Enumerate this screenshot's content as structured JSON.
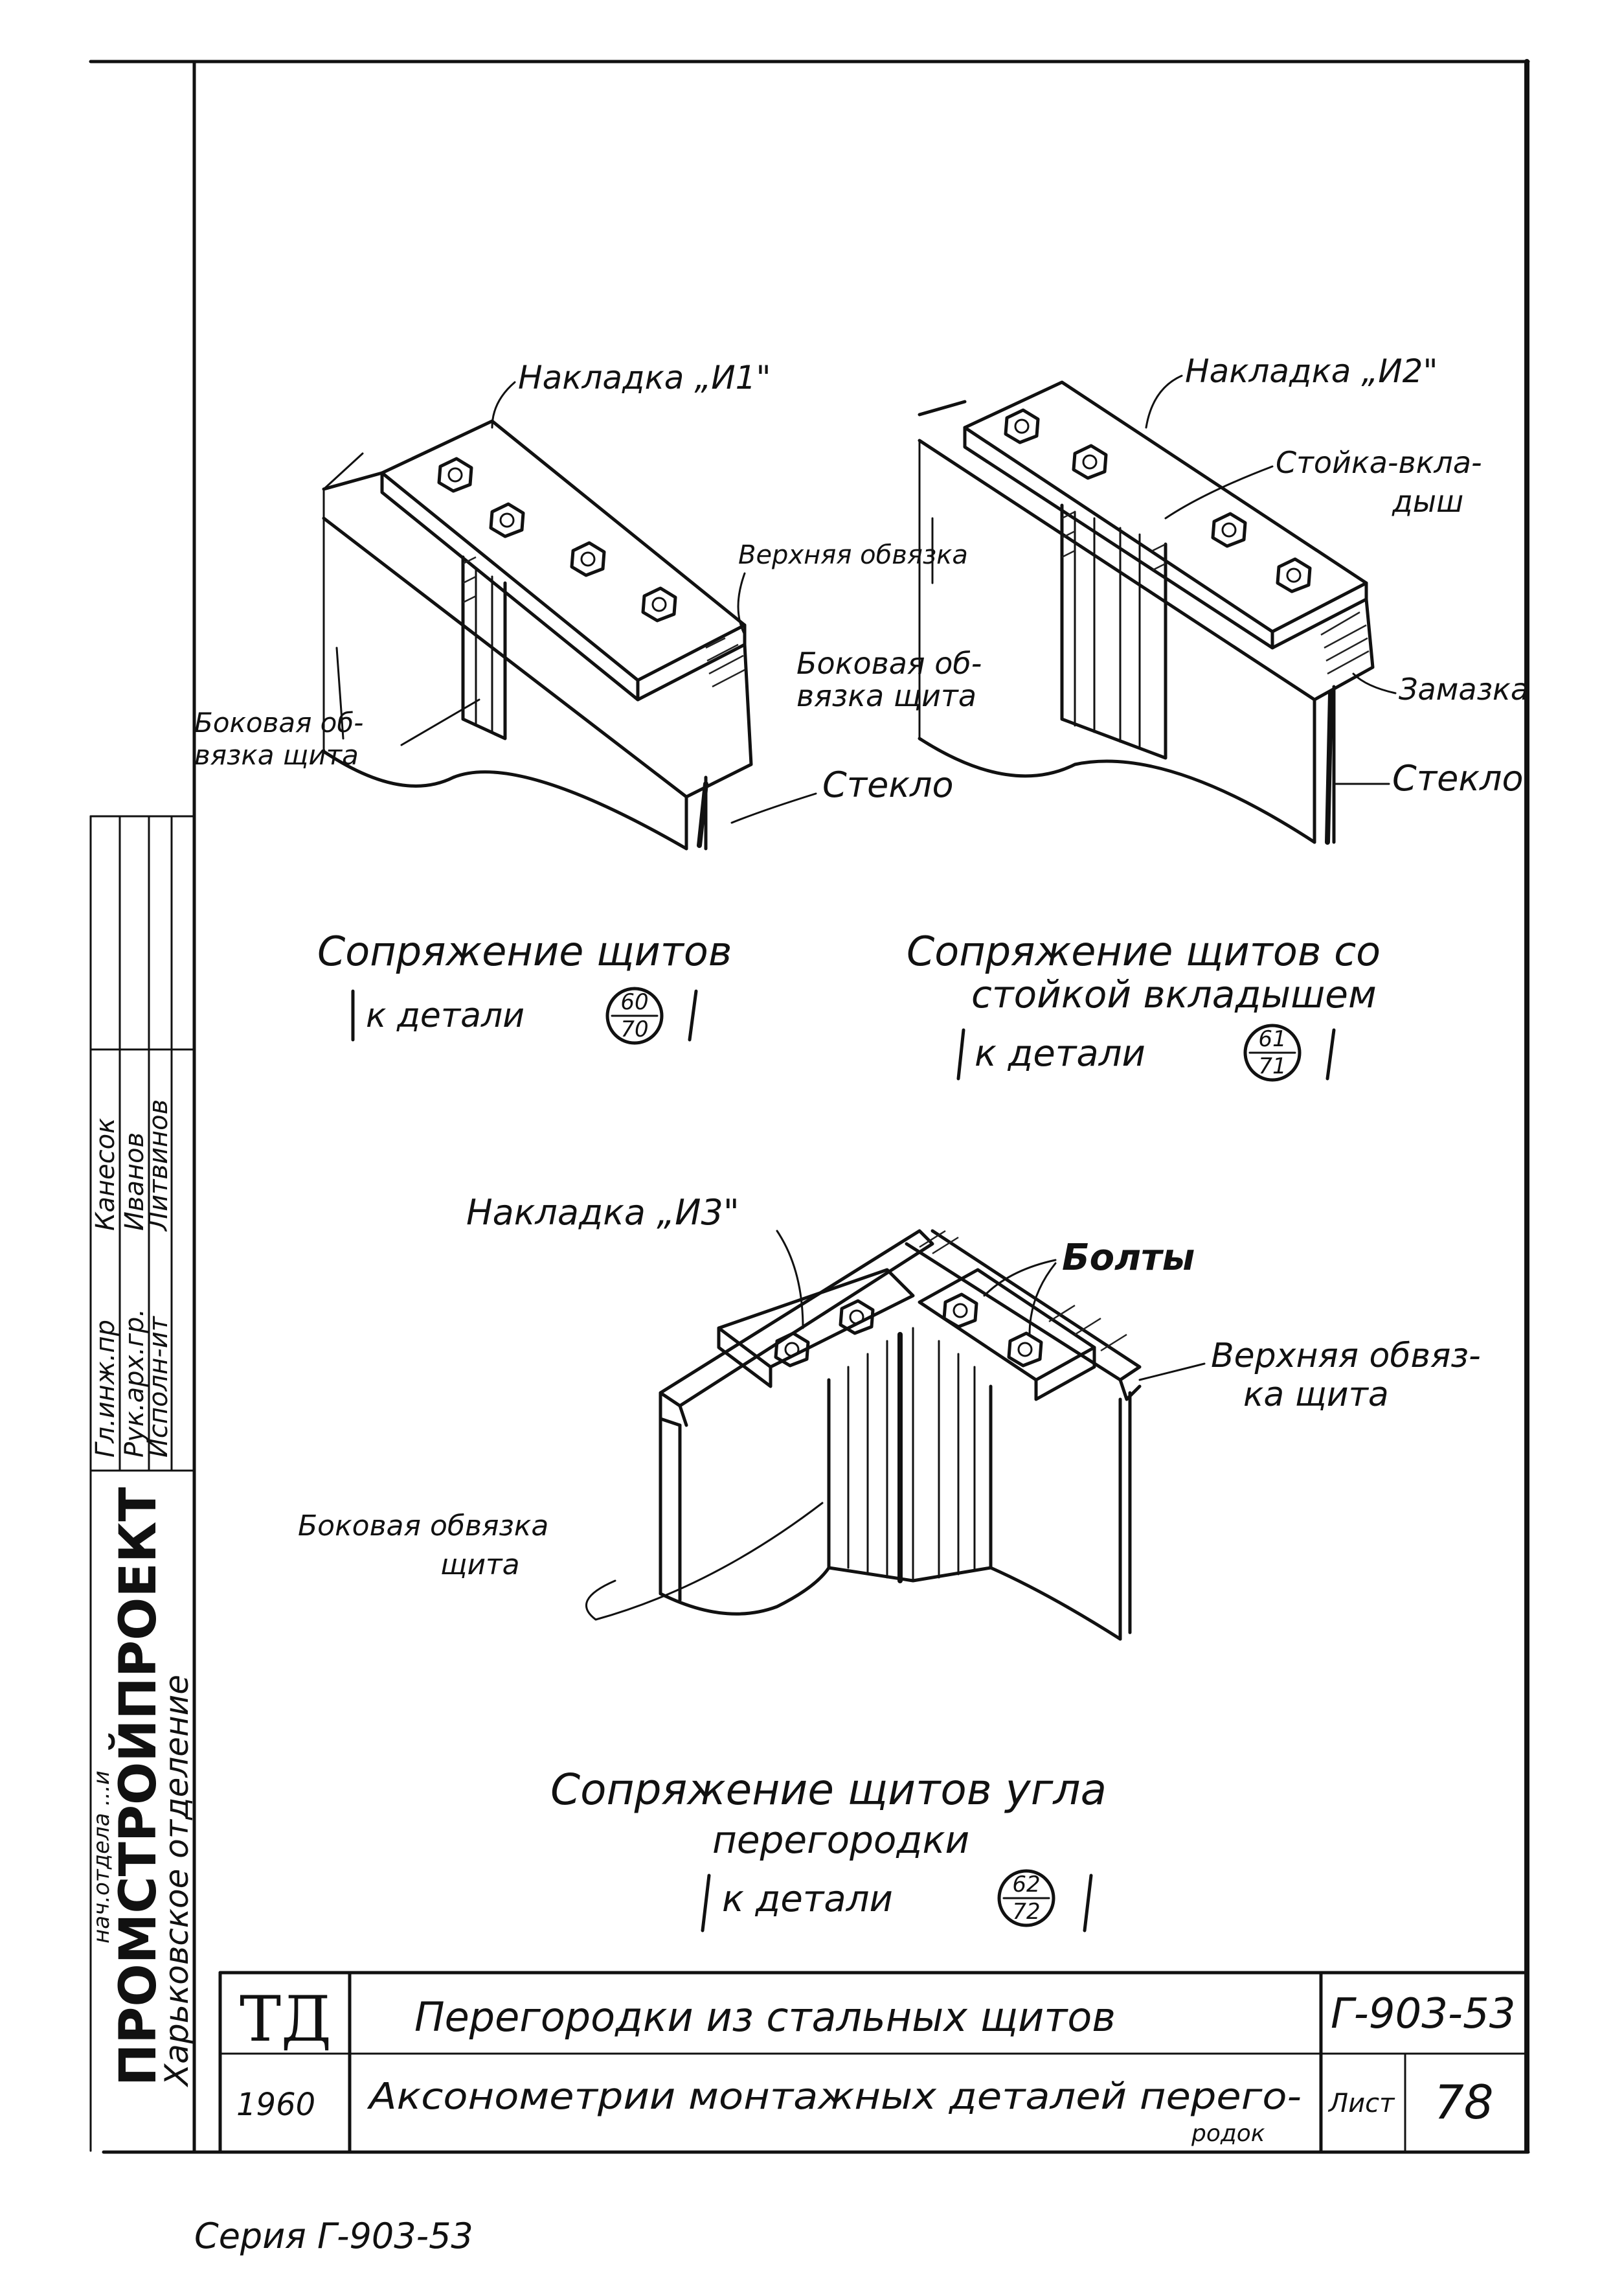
{
  "frame": {
    "org": {
      "name": "ПРОМСТРОЙПРОЕКТ",
      "branch": "Харьковское отделение",
      "extra": "нач.отдела ...и"
    },
    "staff": [
      {
        "role": "Гл.инж.пр",
        "name": "Канесок"
      },
      {
        "role": "Рук.арх.гр.",
        "name": "Иванов"
      },
      {
        "role": "Исполн-ит",
        "name": "Литвинов"
      }
    ]
  },
  "details": [
    {
      "caption_line1": "Сопряжение щитов",
      "caption_prefix": "к детали",
      "ref_top": "60",
      "ref_bottom": "70",
      "labels": {
        "overlay": "Накладка „И1\"",
        "top_frame": "Верхняя обвязка",
        "side_frame_a": "Боковая об-",
        "side_frame_b": "вязка щита",
        "side_frame_right_a": "Боковая об-",
        "side_frame_right_b": "вязка щита",
        "glass": "Стекло"
      }
    },
    {
      "caption_line1": "Сопряжение щитов со",
      "caption_line2": "стойкой вкладышем",
      "caption_prefix": "к детали",
      "ref_top": "61",
      "ref_bottom": "71",
      "labels": {
        "overlay": "Накладка „И2\"",
        "insert_post_a": "Стойка-вкла-",
        "insert_post_b": "дыш",
        "putty": "Замазка",
        "glass": "Стекло"
      }
    },
    {
      "caption_line1": "Сопряжение щитов угла",
      "caption_line2": "перегородки",
      "caption_prefix": "к детали",
      "ref_top": "62",
      "ref_bottom": "72",
      "labels": {
        "overlay": "Накладка „И3\"",
        "bolts": "Болты",
        "top_frame_a": "Верхняя обвяз-",
        "top_frame_b": "ка щита",
        "side_frame_a": "Боковая обвязка",
        "side_frame_b": "щита"
      }
    }
  ],
  "title_block": {
    "mark": "ТД",
    "year": "1960",
    "title": "Перегородки из стальных щитов",
    "subtitle": "Аксонометрии монтажных деталей перего-",
    "subtitle_tail": "родок",
    "series_code": "Г-903-53",
    "sheet_label": "Лист",
    "sheet_number": "78"
  },
  "footer": {
    "series_note": "Серия Г-903-53"
  }
}
